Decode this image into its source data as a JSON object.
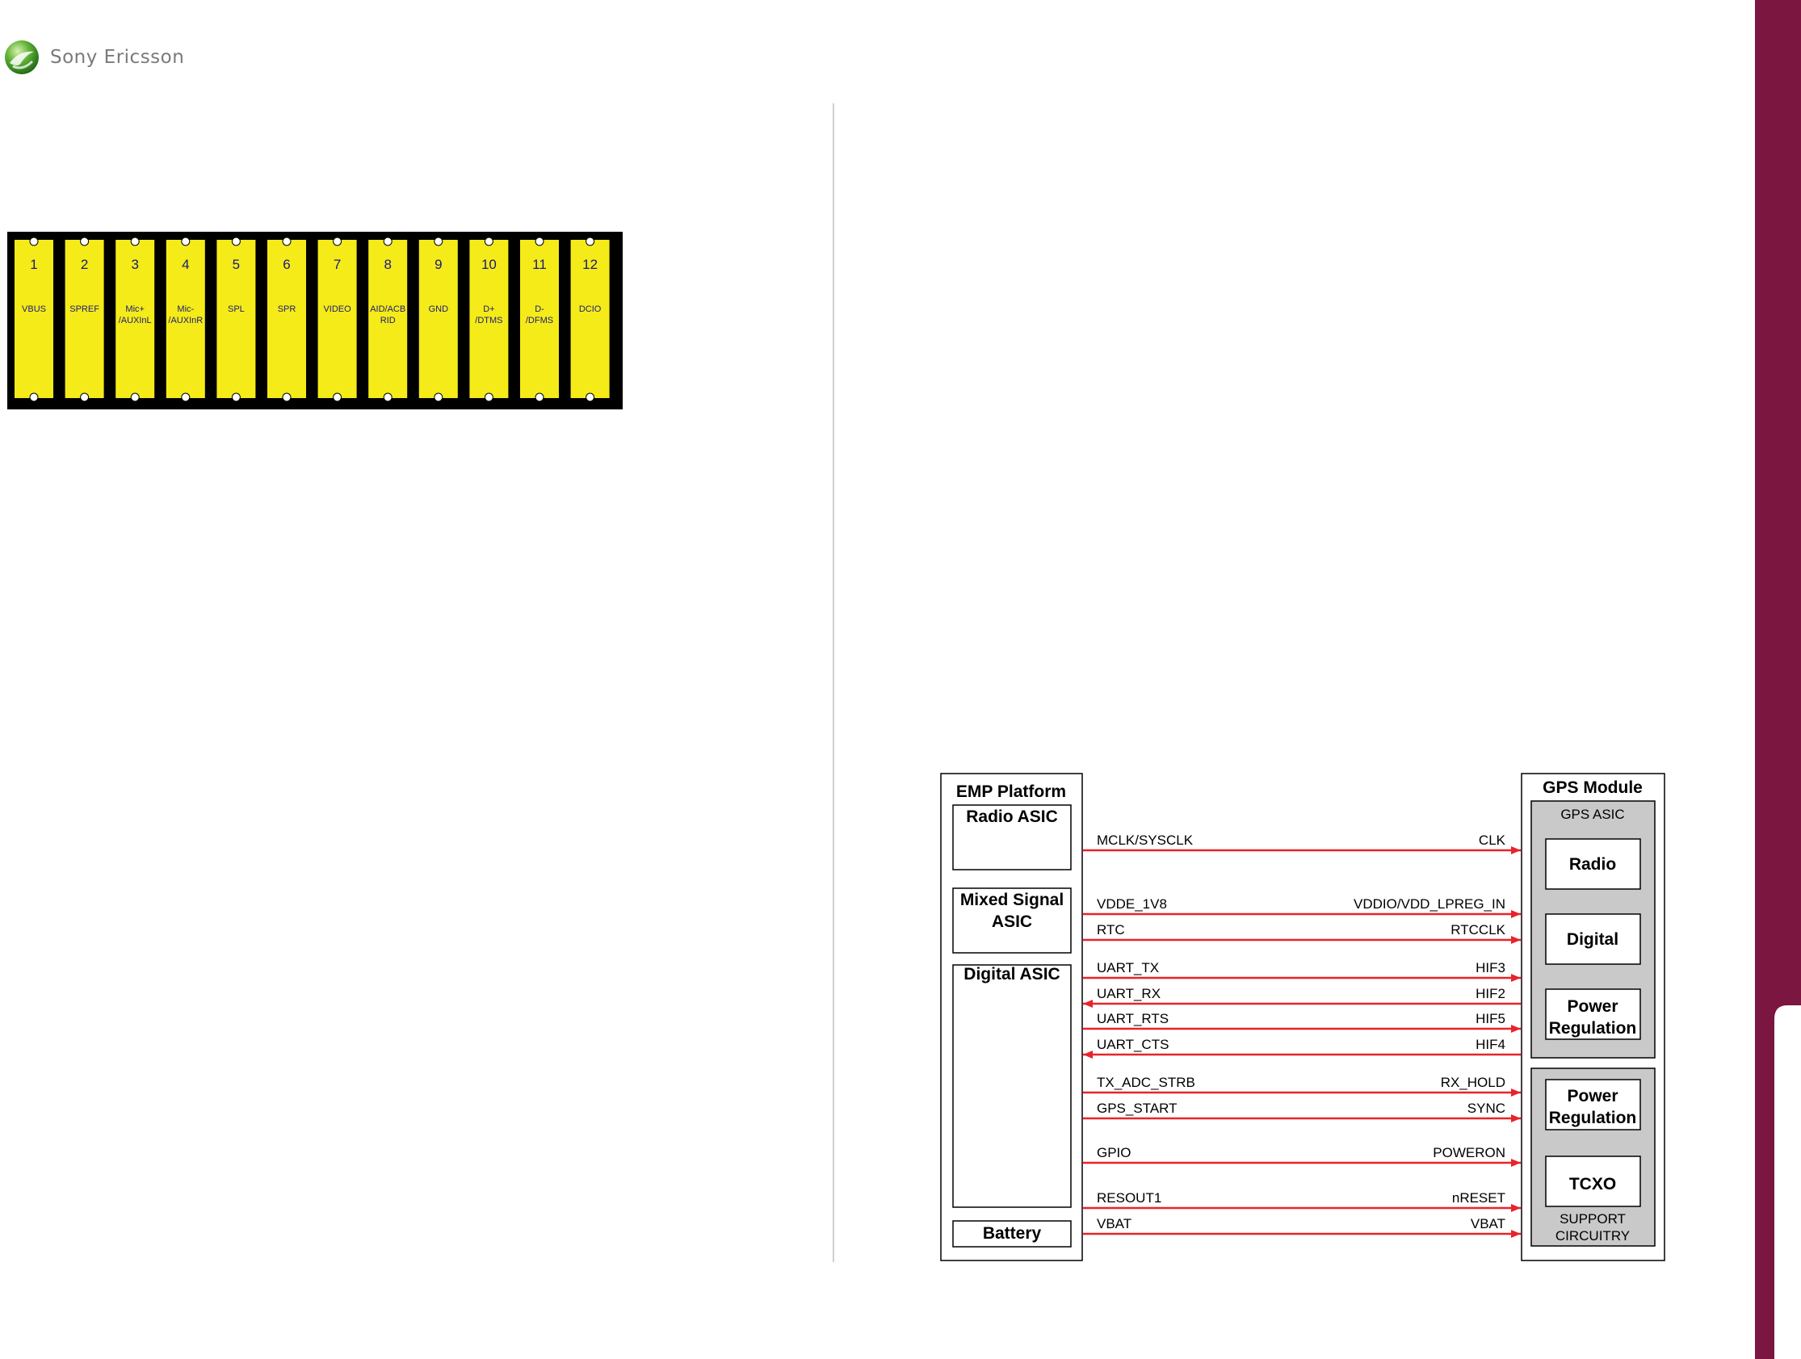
{
  "header": {
    "logo_text": "Sony Ericsson",
    "logo_icon": "sony-ericsson-globe-icon"
  },
  "colors": {
    "sidebar": "#7a1640",
    "pin_yellow": "#f5eb18",
    "pin_text": "#1a1a7a",
    "signal_red": "#e8232a",
    "block_gray": "#c9c9c9"
  },
  "connector": {
    "pins": [
      {
        "num": "1",
        "label": [
          "VBUS"
        ]
      },
      {
        "num": "2",
        "label": [
          "SPREF"
        ]
      },
      {
        "num": "3",
        "label": [
          "Mic+",
          "/AUXInL"
        ]
      },
      {
        "num": "4",
        "label": [
          "Mic-",
          "/AUXInR"
        ]
      },
      {
        "num": "5",
        "label": [
          "SPL"
        ]
      },
      {
        "num": "6",
        "label": [
          "SPR"
        ]
      },
      {
        "num": "7",
        "label": [
          "VIDEO"
        ]
      },
      {
        "num": "8",
        "label": [
          "AID/ACB",
          "RID"
        ]
      },
      {
        "num": "9",
        "label": [
          "GND"
        ]
      },
      {
        "num": "10",
        "label": [
          "D+",
          "/DTMS"
        ]
      },
      {
        "num": "11",
        "label": [
          "D-",
          "/DFMS"
        ]
      },
      {
        "num": "12",
        "label": [
          "DCIO"
        ]
      }
    ]
  },
  "block_diagram": {
    "emp": {
      "title": "EMP Platform",
      "blocks": [
        [
          "Radio ASIC"
        ],
        [
          "Mixed Signal",
          "ASIC"
        ],
        [
          "Digital ASIC"
        ],
        [
          "Battery"
        ]
      ]
    },
    "gps": {
      "title": "GPS Module",
      "asic_title": "GPS ASIC",
      "asic_blocks": [
        [
          "Radio"
        ],
        [
          "Digital"
        ],
        [
          "Power",
          "Regulation"
        ]
      ],
      "support_blocks": [
        [
          "Power",
          "Regulation"
        ],
        [
          "TCXO"
        ]
      ],
      "support_title": [
        "SUPPORT",
        "CIRCUITRY"
      ]
    },
    "signals": [
      {
        "left": "MCLK/SYSCLK",
        "right": "CLK",
        "dir": "right"
      },
      {
        "left": "VDDE_1V8",
        "right": "VDDIO/VDD_LPREG_IN",
        "dir": "right"
      },
      {
        "left": "RTC",
        "right": "RTCCLK",
        "dir": "right"
      },
      {
        "left": "UART_TX",
        "right": "HIF3",
        "dir": "right"
      },
      {
        "left": "UART_RX",
        "right": "HIF2",
        "dir": "left"
      },
      {
        "left": "UART_RTS",
        "right": "HIF5",
        "dir": "right"
      },
      {
        "left": "UART_CTS",
        "right": "HIF4",
        "dir": "left"
      },
      {
        "left": "TX_ADC_STRB",
        "right": "RX_HOLD",
        "dir": "right"
      },
      {
        "left": "GPS_START",
        "right": "SYNC",
        "dir": "right"
      },
      {
        "left": "GPIO",
        "right": "POWERON",
        "dir": "right"
      },
      {
        "left": "RESOUT1",
        "right": "nRESET",
        "dir": "right"
      },
      {
        "left": "VBAT",
        "right": "VBAT",
        "dir": "right"
      }
    ]
  }
}
